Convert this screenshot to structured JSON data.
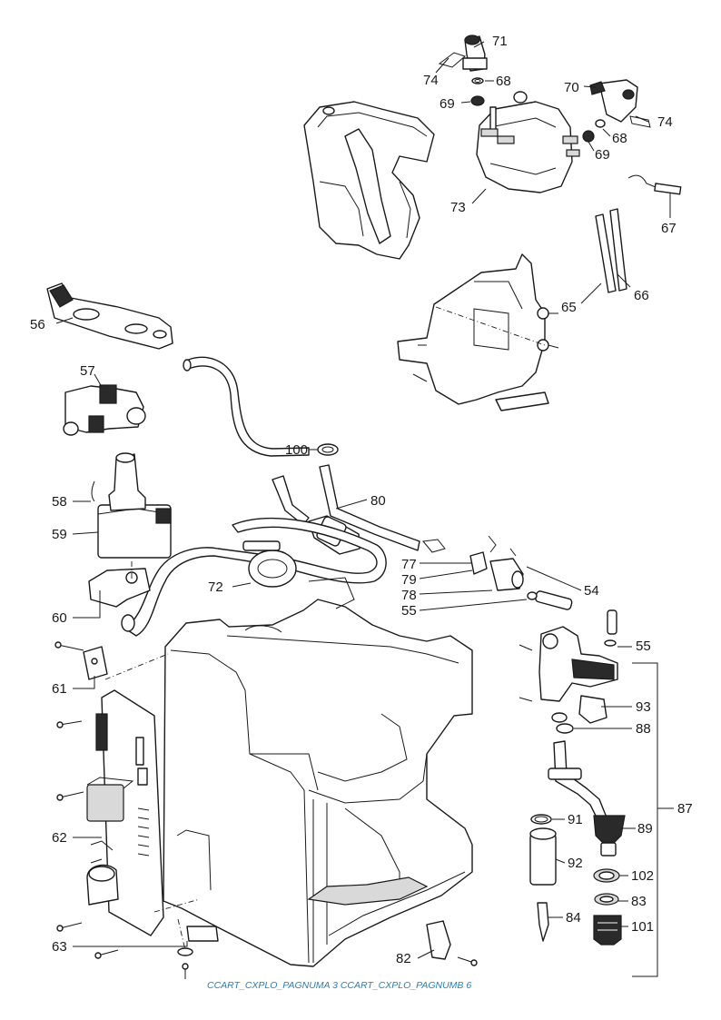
{
  "callouts": {
    "c54": "54",
    "c55a": "55",
    "c55b": "55",
    "c56": "56",
    "c57": "57",
    "c58": "58",
    "c59": "59",
    "c60": "60",
    "c61": "61",
    "c62": "62",
    "c63": "63",
    "c65": "65",
    "c66": "66",
    "c67": "67",
    "c68a": "68",
    "c68b": "68",
    "c69a": "69",
    "c69b": "69",
    "c70": "70",
    "c71": "71",
    "c72": "72",
    "c73": "73",
    "c74a": "74",
    "c74b": "74",
    "c77": "77",
    "c78": "78",
    "c79": "79",
    "c80": "80",
    "c82": "82",
    "c83": "83",
    "c84": "84",
    "c87": "87",
    "c88": "88",
    "c89": "89",
    "c91": "91",
    "c92": "92",
    "c93": "93",
    "c100": "100",
    "c101": "101",
    "c102": "102"
  },
  "footer": "CCART_CXPLO_PAGNUMA 3 CCART_CXPLO_PAGNUMB 6",
  "colors": {
    "line": "#1a1a1a",
    "footer": "#2b7fb7"
  }
}
